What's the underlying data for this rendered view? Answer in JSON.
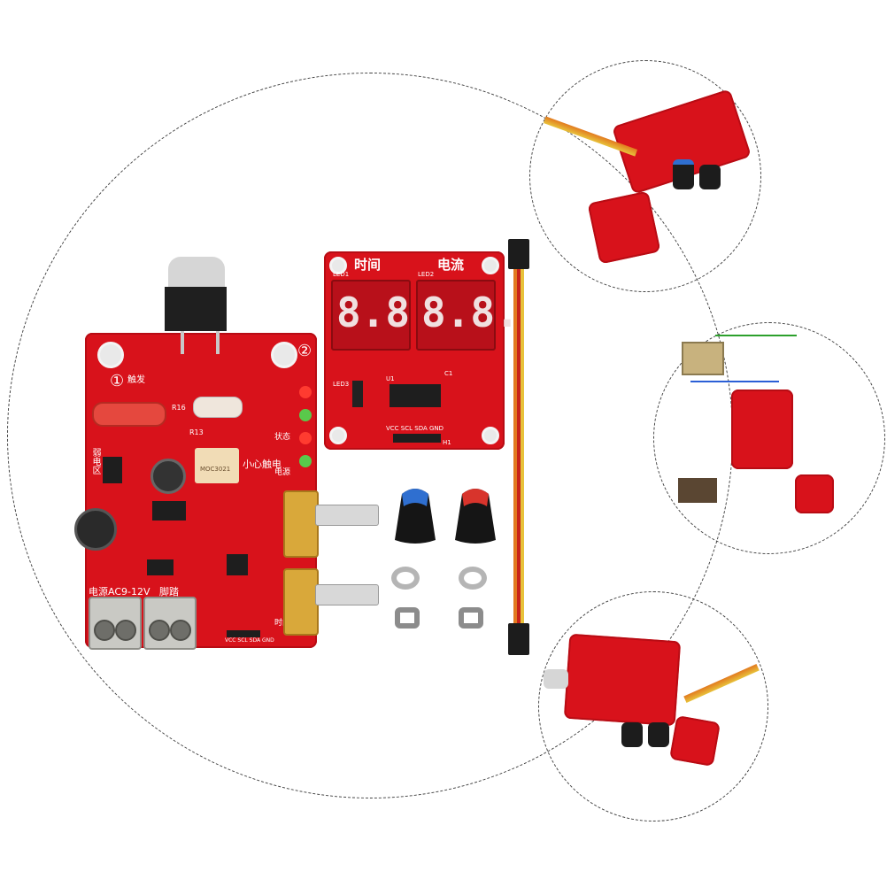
{
  "board": {
    "triangle_1": "①",
    "trigger_label": "触发",
    "triangle_2": "②",
    "weak_zone": "弱电区",
    "careful_label": "小心触电",
    "power_label": "电源AC9-12V",
    "foot_label": "脚踏",
    "status_labels": [
      "电源",
      "状态",
      "时间"
    ],
    "i2c_label": "VCC SCL SDA GND",
    "chip_label": "MOC3021",
    "resistor_label": "R16",
    "r13_label": "R13"
  },
  "display": {
    "title_time": "时间",
    "title_current": "电流",
    "led1": "LED1",
    "led2": "LED2",
    "digits_left": "8.8.",
    "digits_right": "8.8.",
    "pins_label": "VCC SCL SDA GND",
    "u1_label": "U1",
    "c1_label": "C1",
    "led3_label": "LED3",
    "h1_label": "H1"
  },
  "knobs": [
    {
      "name": "blue-knob",
      "color": "#2f6fd0"
    },
    {
      "name": "red-knob",
      "color": "#d8342c"
    }
  ],
  "colors": {
    "pcb_red": "#d8121b",
    "wire_orange": "#e27a1f",
    "wire_yellow": "#e8c23b",
    "wire_red": "#c8231a"
  }
}
